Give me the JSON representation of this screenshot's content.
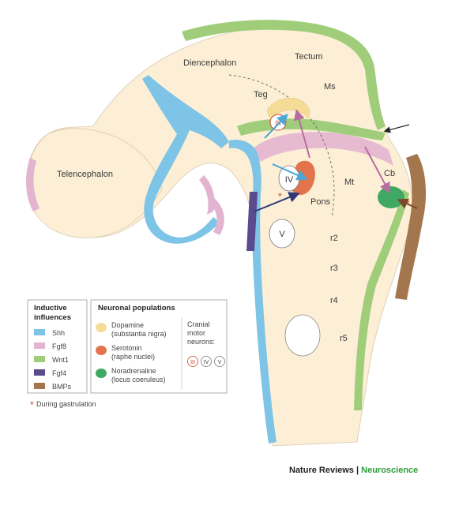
{
  "regions": {
    "diencephalon": "Diencephalon",
    "tectum": "Tectum",
    "ms": "Ms",
    "teg": "Teg",
    "telencephalon": "Telencephalon",
    "mt": "Mt",
    "cb": "Cb",
    "pons": "Pons",
    "r2": "r2",
    "r3": "r3",
    "r4": "r4",
    "r5": "r5"
  },
  "nuclei": {
    "iii": "III",
    "iv": "IV",
    "v": "V"
  },
  "inductive_legend": {
    "title_line1": "Inductive",
    "title_line2": "influences",
    "items": [
      {
        "label": "Shh",
        "color": "#7ec4e6"
      },
      {
        "label": "Fgf8",
        "color": "#e3b4cf"
      },
      {
        "label": "Wnt1",
        "color": "#9fcd7a"
      },
      {
        "label": "Fgf4",
        "color": "#5a4a8e"
      },
      {
        "label": "BMPs",
        "color": "#a4764e"
      }
    ]
  },
  "neuronal_legend": {
    "title": "Neuronal populations",
    "items": [
      {
        "name": "Dopamine",
        "sub": "(substantia nigra)",
        "color": "#f5dc96"
      },
      {
        "name": "Serotonin",
        "sub": "(raphe nuclei)",
        "color": "#e2734d"
      },
      {
        "name": "Noradrenaline",
        "sub": "(locus coeruleus)",
        "color": "#3fa863"
      }
    ],
    "cranial_line1": "Cranial",
    "cranial_line2": "motor",
    "cranial_line3": "neurons:",
    "cranial_symbols": [
      "III",
      "IV",
      "V"
    ]
  },
  "gastrulation_note": {
    "star": "*",
    "text": "During gastrulation"
  },
  "credit": {
    "part1": "Nature Reviews",
    "sep": " | ",
    "part2": "Neuroscience"
  },
  "colors": {
    "tissue": "#fcefd6",
    "shh": "#7ec4e6",
    "fgf8": "#e3b4cf",
    "wnt1": "#9fcd7a",
    "fgf4": "#5a4a8e",
    "bmps": "#a4764e",
    "dopamine": "#f5dc96",
    "serotonin": "#e2734d",
    "noradrenaline": "#3fa863",
    "arrow_dark": "#2e3a7a",
    "star": "#c9462a"
  }
}
